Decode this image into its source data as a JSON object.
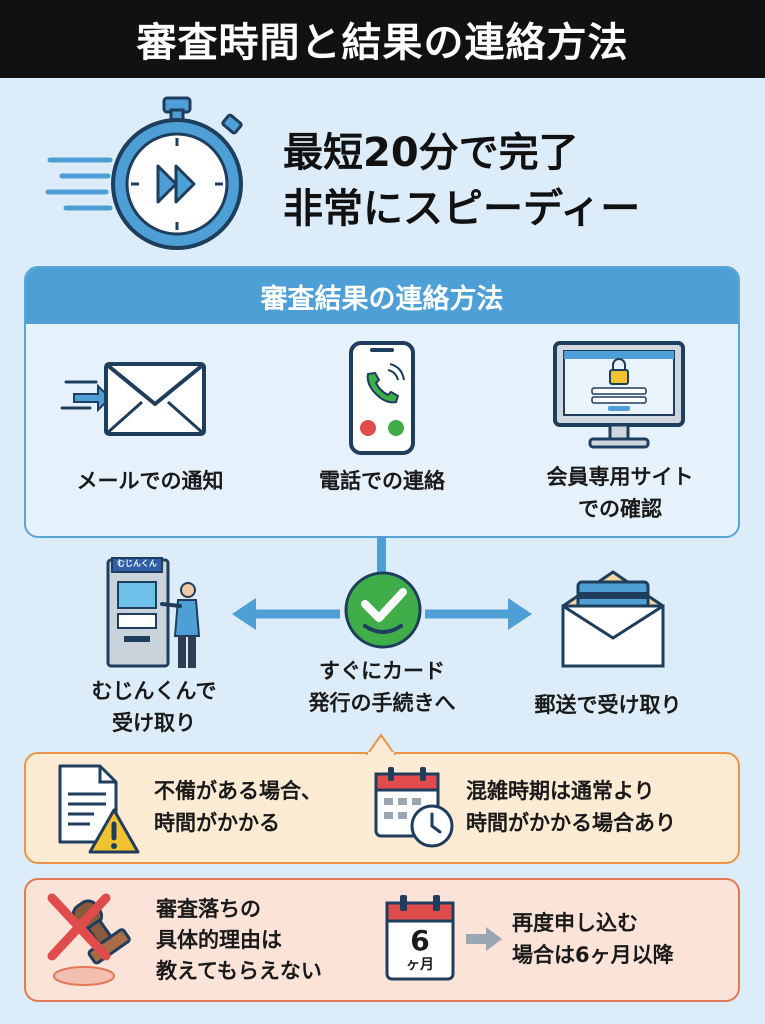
{
  "header": {
    "title": "審査時間と結果の連絡方法"
  },
  "hero": {
    "line1": "最短20分で完了",
    "line2": "非常にスピーディー"
  },
  "contact_panel": {
    "title": "審査結果の連絡方法",
    "methods": [
      {
        "label": "メールでの通知",
        "icon": "envelope-icon"
      },
      {
        "label": "電話での連絡",
        "icon": "smartphone-icon"
      },
      {
        "label_line1": "会員専用サイト",
        "label_line2": "での確認",
        "icon": "monitor-lock-icon"
      }
    ]
  },
  "flow": {
    "center_line1": "すぐにカード",
    "center_line2": "発行の手続きへ",
    "left_line1": "むじんくんで",
    "left_line2": "受け取り",
    "atm_sign": "むじんくん",
    "right": "郵送で受け取り"
  },
  "note1": {
    "left_line1": "不備がある場合、",
    "left_line2": "時間がかかる",
    "right_line1": "混雑時期は通常より",
    "right_line2": "時間がかかる場合あり"
  },
  "note2": {
    "left_line1": "審査落ちの",
    "left_line2": "具体的理由は",
    "left_line3": "教えてもらえない",
    "calendar_number": "6",
    "calendar_unit": "ヶ月",
    "right_line1": "再度申し込む",
    "right_line2": "場合は6ヶ月以降"
  },
  "colors": {
    "background": "#dcedf9",
    "header": "#111111",
    "accent_blue": "#4d9fd6",
    "check_green": "#3fae49",
    "note_orange": "#e8954a",
    "note_red": "#e07a5a"
  }
}
